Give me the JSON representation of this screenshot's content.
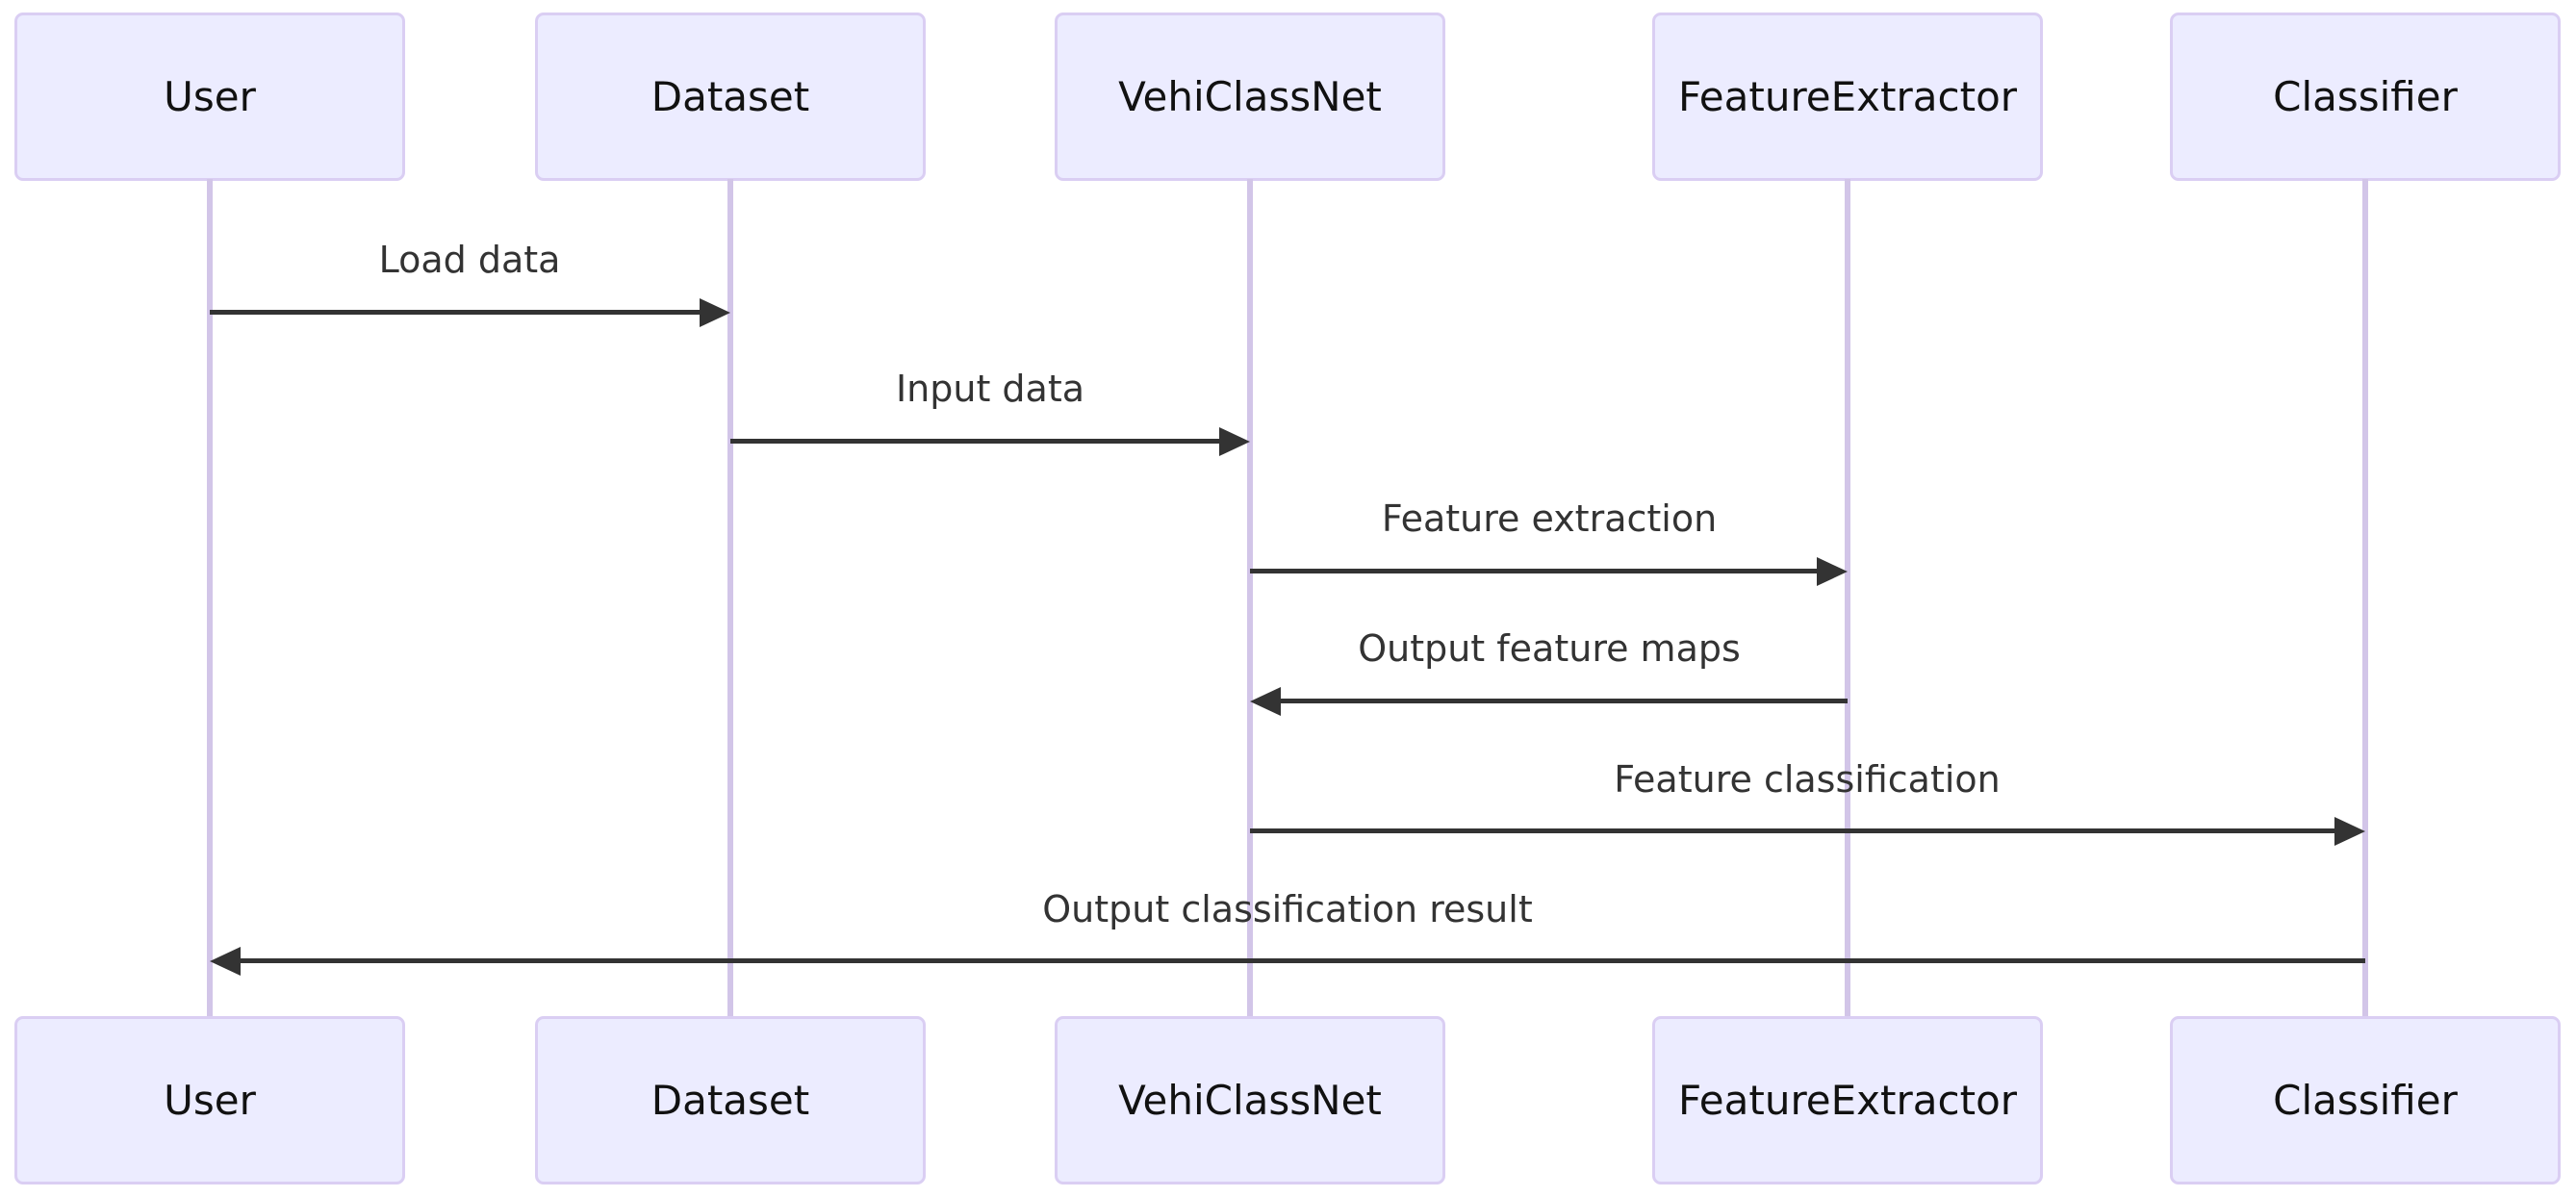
{
  "diagram": {
    "type": "sequence-diagram",
    "actors": [
      {
        "id": "user",
        "label": "User"
      },
      {
        "id": "dataset",
        "label": "Dataset"
      },
      {
        "id": "vehiclassnet",
        "label": "VehiClassNet"
      },
      {
        "id": "featureextractor",
        "label": "FeatureExtractor"
      },
      {
        "id": "classifier",
        "label": "Classifier"
      }
    ],
    "messages": [
      {
        "from": "User",
        "to": "Dataset",
        "label": "Load data",
        "direction": "right"
      },
      {
        "from": "Dataset",
        "to": "VehiClassNet",
        "label": "Input data",
        "direction": "right"
      },
      {
        "from": "VehiClassNet",
        "to": "FeatureExtractor",
        "label": "Feature extraction",
        "direction": "right"
      },
      {
        "from": "FeatureExtractor",
        "to": "VehiClassNet",
        "label": "Output feature maps",
        "direction": "left"
      },
      {
        "from": "VehiClassNet",
        "to": "Classifier",
        "label": "Feature classification",
        "direction": "right"
      },
      {
        "from": "Classifier",
        "to": "User",
        "label": "Output classification result",
        "direction": "left"
      }
    ],
    "colors": {
      "actor_fill": "#ECECFF",
      "actor_border": "#DACEF3",
      "lifeline": "#D2C5E8",
      "arrow": "#333333",
      "msg_text": "#333333",
      "actor_text": "#111111"
    }
  }
}
